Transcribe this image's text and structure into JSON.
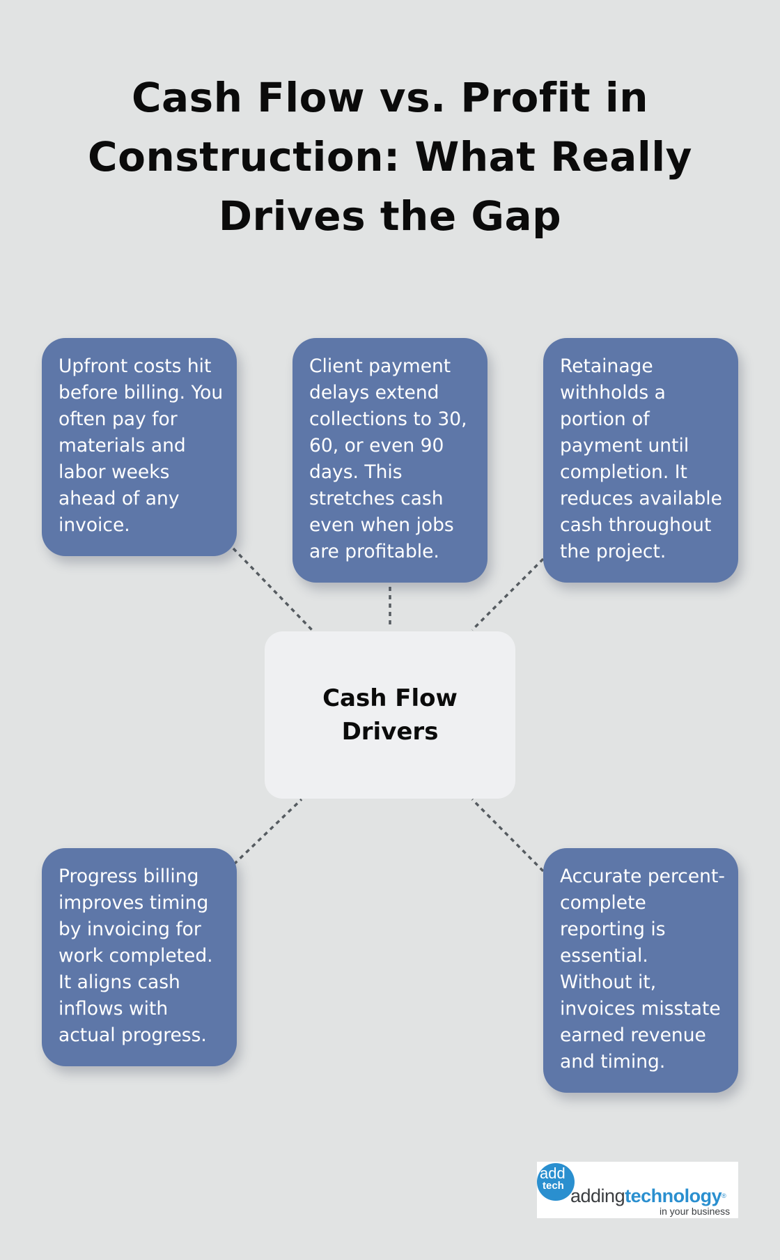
{
  "title": "Cash Flow vs. Profit in Construction: What Really Drives the Gap",
  "center": {
    "label": "Cash Flow Drivers"
  },
  "cards": [
    {
      "text": "Upfront costs hit before billing. You often pay for materials and labor weeks ahead of any invoice."
    },
    {
      "text": "Client payment delays extend collections to 30, 60, or even 90 days. This stretches cash even when jobs are profitable."
    },
    {
      "text": "Retainage withholds a portion of payment until completion. It reduces available cash throughout the project."
    },
    {
      "text": "Progress billing improves timing by invoicing for work completed. It aligns cash inflows with actual progress."
    },
    {
      "text": "Accurate percent-complete reporting is essential. Without it, invoices misstate earned revenue and timing."
    }
  ],
  "logo": {
    "badge_top": "add",
    "badge_bottom": "tech",
    "word_part1": "adding",
    "word_part2": "technology",
    "mark": "®",
    "tagline": "in your business"
  },
  "colors": {
    "background": "#e1e3e3",
    "card": "#5e77a8",
    "center_box": "#eff0f2",
    "connector": "#555b60",
    "logo_blue": "#2a8fcf"
  }
}
